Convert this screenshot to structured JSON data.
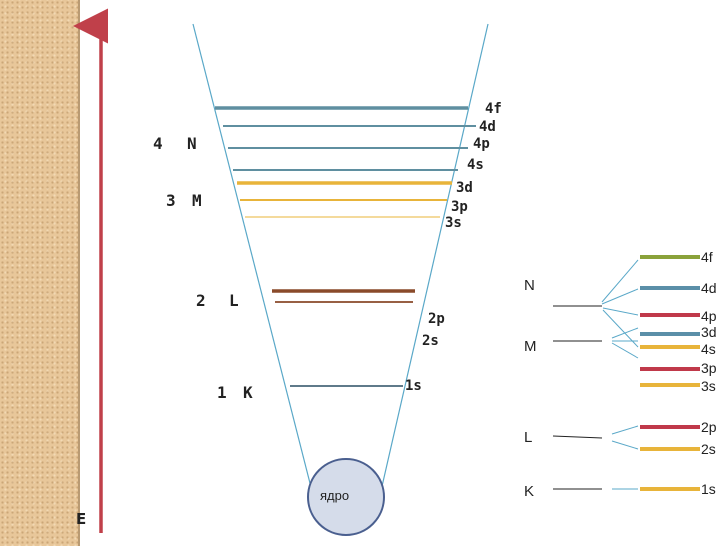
{
  "energy_label": "E",
  "nucleus_label": "ядро",
  "shells_left": [
    {
      "num": "4",
      "letter": "N"
    },
    {
      "num": "3",
      "letter": "M"
    },
    {
      "num": "2",
      "letter": "L"
    },
    {
      "num": "1",
      "letter": "K"
    }
  ],
  "funnel_sublevels": [
    "4f",
    "4d",
    "4p",
    "4s",
    "3d",
    "3p",
    "3s",
    "2p",
    "2s",
    "1s"
  ],
  "right_shells": [
    "N",
    "M",
    "L",
    "K"
  ],
  "right_sublevels": [
    "4f",
    "4d",
    "4p",
    "3d",
    "4s",
    "3p",
    "3s",
    "2p",
    "2s",
    "1s"
  ],
  "colors": {
    "arrow": "#c0404a",
    "f_level": "#8aa23a",
    "d_level": "#5b8fa8",
    "p_level": "#c0394a",
    "s_level": "#e8b43a",
    "funnel_line": "#5aa8c8",
    "nucleus_fill": "#d5dcea",
    "nucleus_stroke": "#4a5f8f",
    "level_gray": "#5f7a8a",
    "level_brown": "#8a4a2a"
  }
}
